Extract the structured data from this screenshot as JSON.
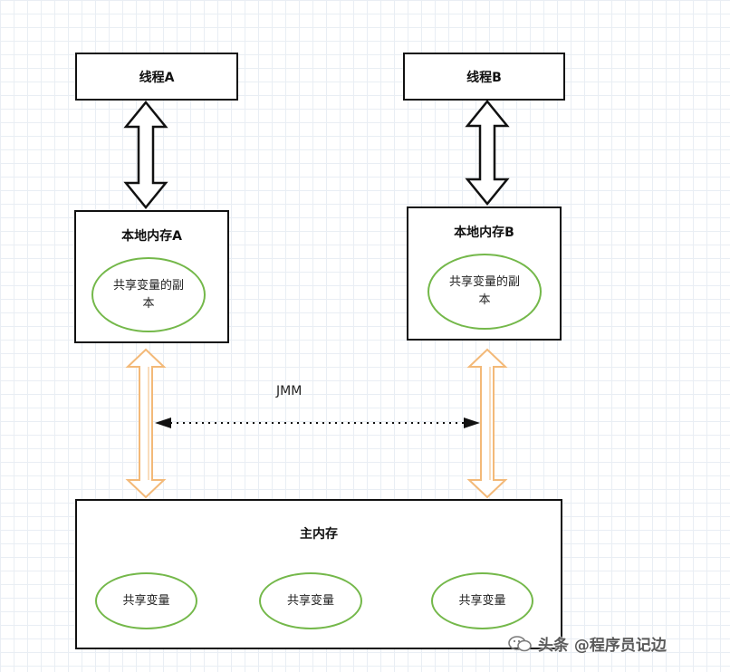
{
  "thread_a": {
    "label": "线程A"
  },
  "thread_b": {
    "label": "线程B"
  },
  "local_memory_a": {
    "label": "本地内存A",
    "copy_label": "共享变量的副本"
  },
  "local_memory_b": {
    "label": "本地内存B",
    "copy_label": "共享变量的副本"
  },
  "jmm": {
    "label": "JMM"
  },
  "main_memory": {
    "label": "主内存",
    "shared_vars": [
      "共享变量",
      "共享变量",
      "共享变量"
    ]
  },
  "watermark": {
    "text": "头条 @程序员记边"
  },
  "colors": {
    "box_border": "#111111",
    "ellipse_border": "#74b84a",
    "orange_arrow": "#f3b978",
    "grid": "#e9eef4"
  }
}
